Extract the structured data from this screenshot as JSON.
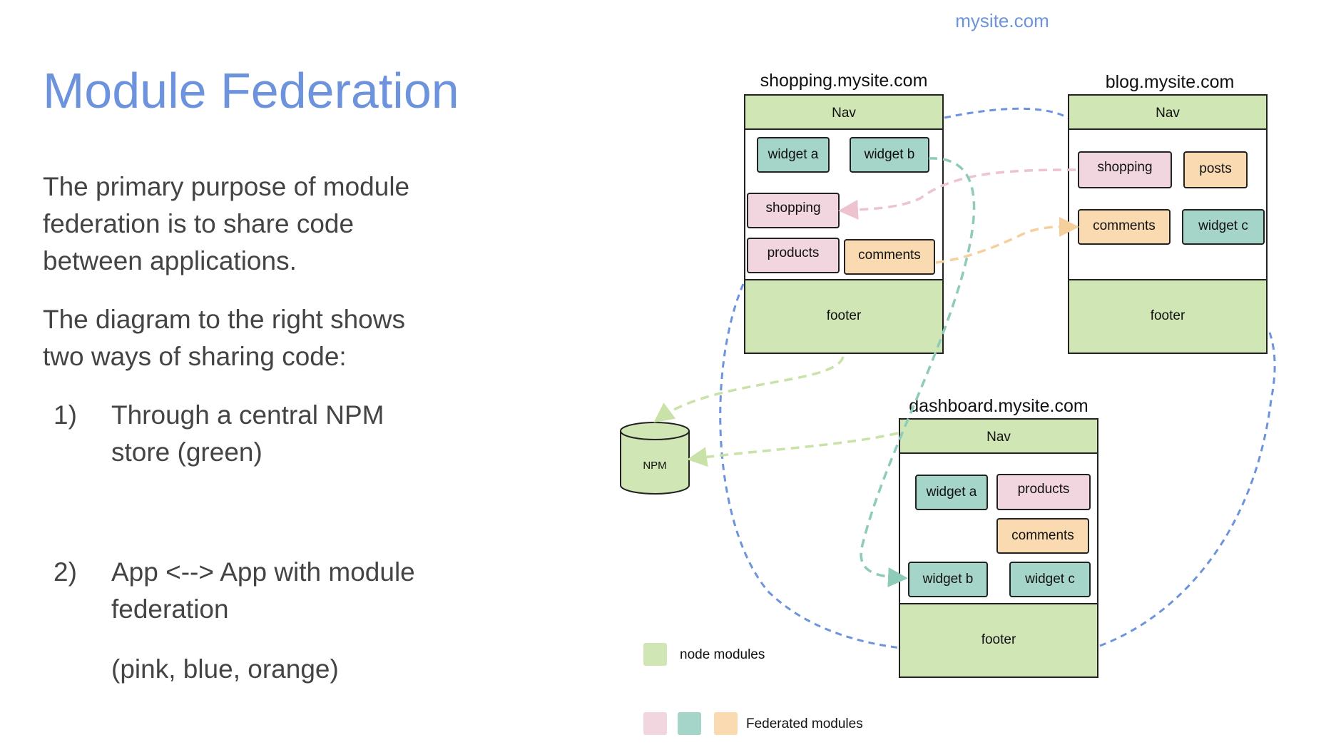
{
  "slide": {
    "title": "Module Federation",
    "paragraphs": [
      "The primary purpose of module federation is to share code between applications.",
      "The diagram to the right shows two ways of sharing code:"
    ],
    "list": [
      {
        "num": "1)",
        "text": "Through a central NPM store (green)"
      },
      {
        "num": "2)",
        "text": "App <--> App with module federation"
      }
    ],
    "note": "(pink, blue, orange)"
  },
  "diagram": {
    "domain_label": "mysite.com",
    "shopping": {
      "title": "shopping.mysite.com",
      "nav": "Nav",
      "footer": "footer",
      "modules": {
        "widget_a": "widget a",
        "widget_b": "widget b",
        "shopping": "shopping",
        "products": "products",
        "comments": "comments"
      }
    },
    "blog": {
      "title": "blog.mysite.com",
      "nav": "Nav",
      "footer": "footer",
      "modules": {
        "shopping": "shopping",
        "posts": "posts",
        "comments": "comments",
        "widget_c": "widget c"
      }
    },
    "dashboard": {
      "title": "dashboard.mysite.com",
      "nav": "Nav",
      "footer": "footer",
      "modules": {
        "widget_a": "widget a",
        "products": "products",
        "comments": "comments",
        "widget_b": "widget b",
        "widget_c": "widget c"
      }
    },
    "npm_label": "NPM",
    "legend": {
      "node_modules": "node modules",
      "federated": "Federated modules"
    },
    "colors": {
      "green": "#d0e6b4",
      "pink": "#f1d5df",
      "teal": "#a5d4c8",
      "orange": "#f9dab1",
      "blue_link": "#6d93dd",
      "pink_link": "#ecc3cf",
      "teal_link": "#8ecbb9",
      "orange_link": "#f5cf9c",
      "green_link": "#c8e2a7"
    }
  }
}
